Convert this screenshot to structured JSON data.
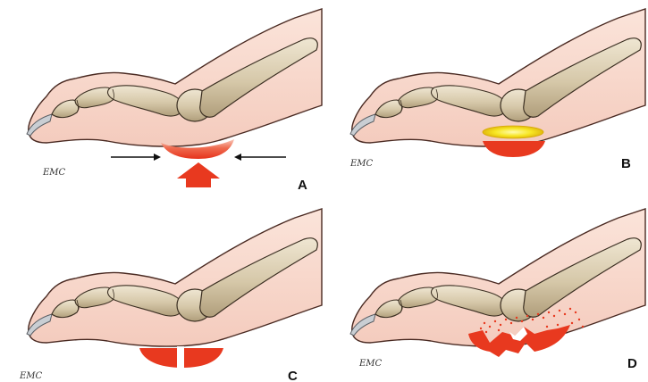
{
  "panels": [
    {
      "id": "A",
      "letter": "A",
      "signature": "EMC"
    },
    {
      "id": "B",
      "letter": "B",
      "signature": "EMC"
    },
    {
      "id": "C",
      "letter": "C",
      "signature": "EMC"
    },
    {
      "id": "D",
      "letter": "D",
      "signature": "EMC"
    }
  ],
  "colors": {
    "skin": "#f7d6c9",
    "skin_outline": "#4a2a22",
    "bone": "#d9ccb0",
    "bone_shade": "#b7a683",
    "bone_outline": "#3b2f22",
    "blister_red": "#e8391f",
    "blister_light": "#f6a08f",
    "serum_yellow": "#f5e21a",
    "arrow_black": "#111111",
    "arrow_red": "#e8391f",
    "nail": "#c9ced3"
  }
}
